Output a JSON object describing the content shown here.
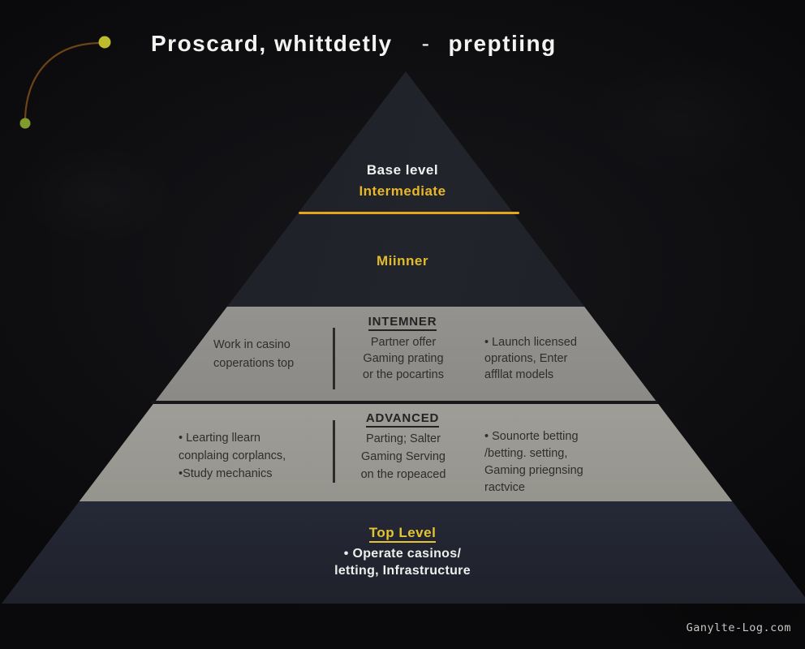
{
  "title": {
    "part1": "Proscard, whittdetly",
    "separator": "-",
    "part2": "preptiing"
  },
  "pyramid": {
    "apex_section": {
      "line_white": "Base level",
      "line_yellow": "Intermediate",
      "mid_label": "Miinner"
    },
    "band1": {
      "heading": "INTEMNER",
      "col_left": [
        "Work in casino",
        "coperations top"
      ],
      "col_mid": [
        "Partner offer",
        "Gaming prating",
        "or the pocartins"
      ],
      "col_right": [
        "• Launch licensed",
        "oprations, Enter",
        "affllat models"
      ]
    },
    "band2": {
      "heading": "ADVANCED",
      "col_left": [
        "• Learting llearn",
        "conplaing corplancs,",
        "•Study mechanics"
      ],
      "col_mid": [
        "Parting; Salter",
        "Gaming Serving",
        "on the ropeaced"
      ],
      "col_right": [
        "• Sounorte betting",
        "/betting. setting,",
        "Gaming priegnsing",
        "ractvice"
      ]
    },
    "base_section": {
      "heading": "Top Level",
      "lines": [
        "• Operate casinos/",
        "letting, Infrastructure"
      ]
    }
  },
  "watermark": "Ganylte-Log.com",
  "colors": {
    "background": "#0d0d0f",
    "pyramid_dark": "#21232b",
    "band_gray_upper": "#8e8d8a",
    "band_gray_lower": "#9a9992",
    "accent_yellow": "#e8b62a",
    "rule_yellow": "#e8a41f",
    "band_text_dark": "#2f2e2b",
    "white_text": "#f1f1f0",
    "dot_yellow": "#bcbc2d",
    "dot_green": "#7f9c2c",
    "arc_brown": "#6e4315"
  }
}
